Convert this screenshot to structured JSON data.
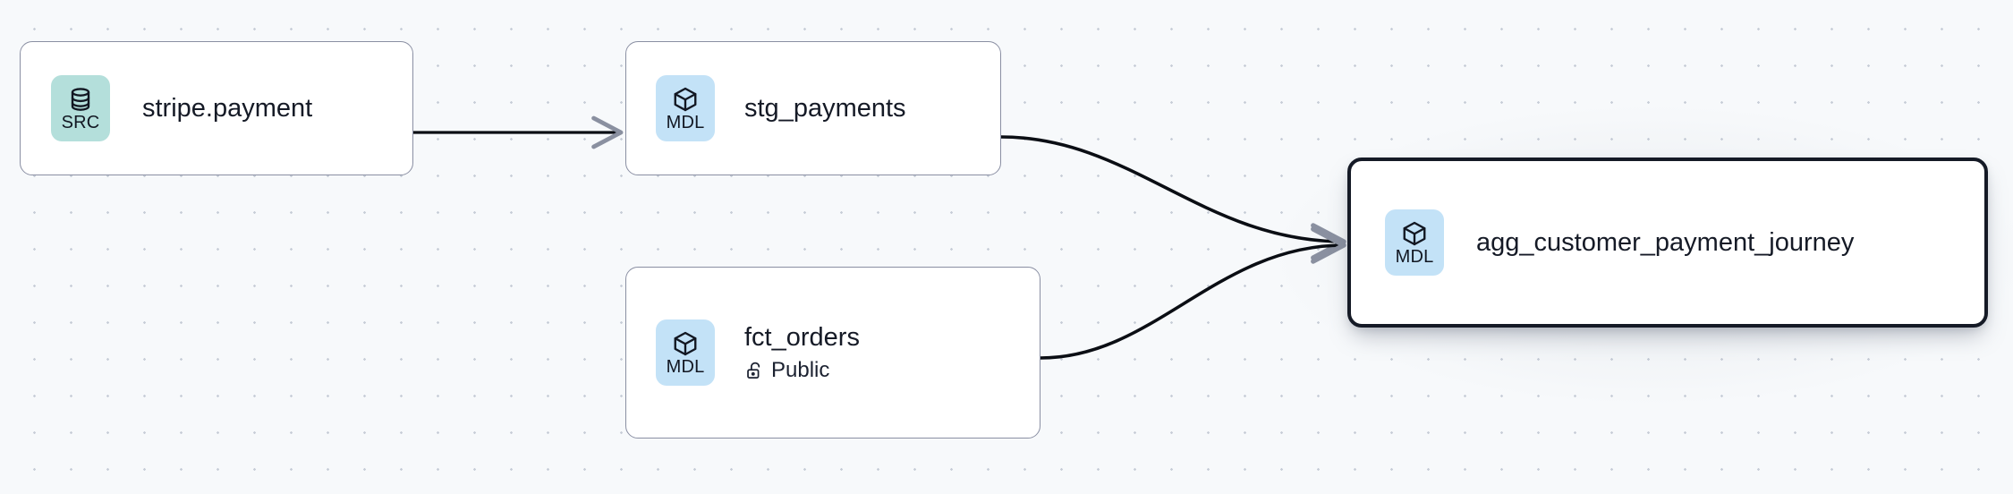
{
  "graph": {
    "title": "data-lineage-graph",
    "background_color": "#f7f9fb",
    "dot_color": "#c8ced8",
    "edge_color": "#0b0e14",
    "arrowhead_color": "#8a90a0",
    "selected_border_color": "#151a26",
    "node_border_color": "#8a8fa3",
    "nodes": [
      {
        "id": "stripe_payment",
        "title": "stripe.payment",
        "badge_label": "SRC",
        "badge_icon": "database-icon",
        "badge_color": "#b4dfdb",
        "subtitle": null,
        "subtitle_icon": null,
        "selected": false
      },
      {
        "id": "stg_payments",
        "title": "stg_payments",
        "badge_label": "MDL",
        "badge_icon": "cube-icon",
        "badge_color": "#c3e2f7",
        "subtitle": null,
        "subtitle_icon": null,
        "selected": false
      },
      {
        "id": "fct_orders",
        "title": "fct_orders",
        "badge_label": "MDL",
        "badge_icon": "cube-icon",
        "badge_color": "#c3e2f7",
        "subtitle": "Public",
        "subtitle_icon": "unlock-icon",
        "selected": false
      },
      {
        "id": "agg_customer_payment_journey",
        "title": "agg_customer_payment_journey",
        "badge_label": "MDL",
        "badge_icon": "cube-icon",
        "badge_color": "#c3e2f7",
        "subtitle": null,
        "subtitle_icon": null,
        "selected": true
      }
    ],
    "edges": [
      {
        "id": "e1",
        "from": "stripe_payment",
        "to": "stg_payments",
        "style": "straight"
      },
      {
        "id": "e2",
        "from": "stg_payments",
        "to": "agg_customer_payment_journey",
        "style": "bezier"
      },
      {
        "id": "e3",
        "from": "fct_orders",
        "to": "agg_customer_payment_journey",
        "style": "bezier"
      }
    ]
  }
}
